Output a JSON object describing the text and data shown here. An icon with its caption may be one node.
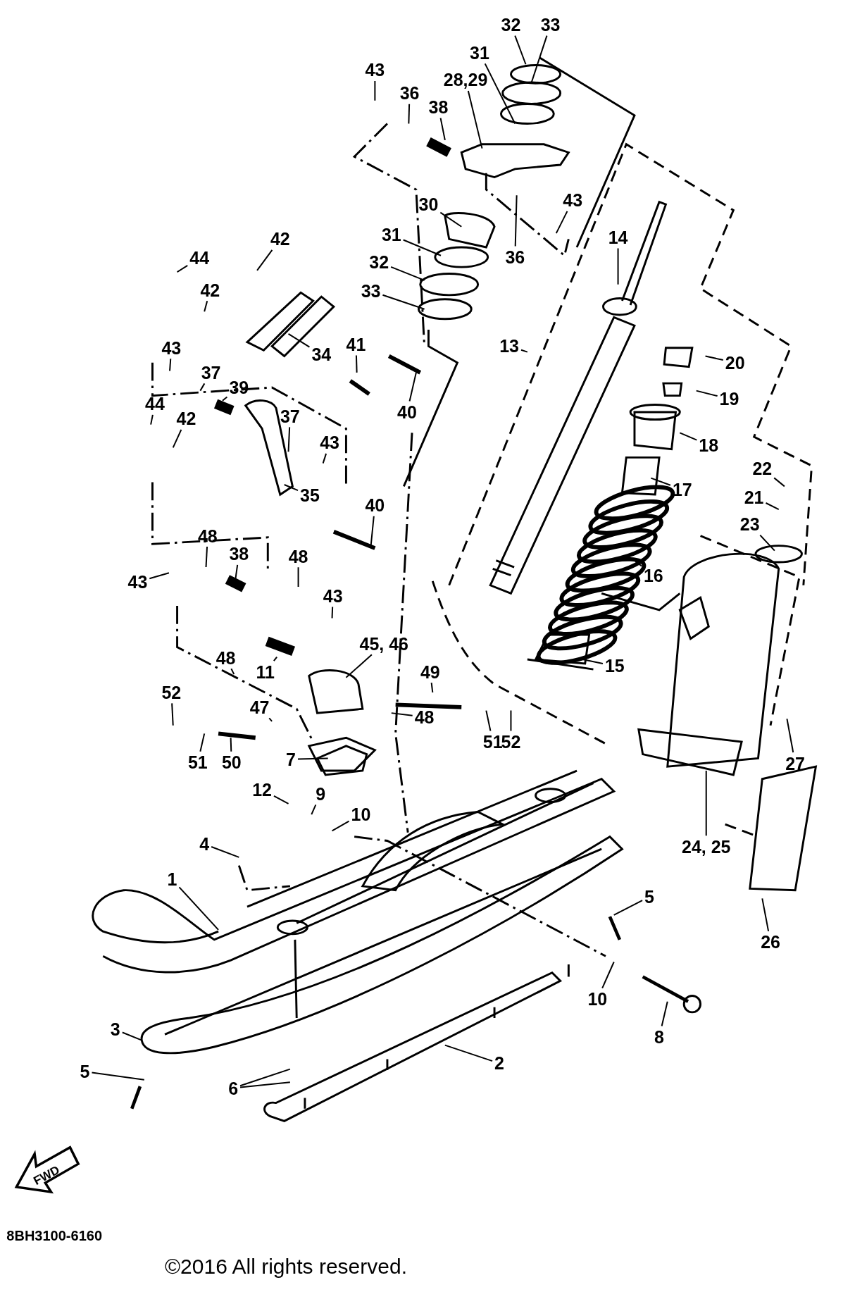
{
  "diagram": {
    "nodes": [
      {
        "text": [
          "32"
        ]
      },
      {
        "text": [
          "33"
        ]
      },
      {
        "text": [
          "31"
        ]
      },
      {
        "text": [
          "43"
        ]
      },
      {
        "text": [
          "28,29"
        ]
      },
      {
        "text": [
          "36"
        ]
      },
      {
        "text": [
          "38"
        ]
      },
      {
        "text": [
          "43"
        ]
      },
      {
        "text": [
          "30"
        ]
      },
      {
        "text": [
          "31"
        ]
      },
      {
        "text": [
          "14"
        ]
      },
      {
        "text": [
          "42"
        ]
      },
      {
        "text": [
          "36"
        ]
      },
      {
        "text": [
          "44"
        ]
      },
      {
        "text": [
          "32"
        ]
      },
      {
        "text": [
          "42"
        ]
      },
      {
        "text": [
          "33"
        ]
      },
      {
        "text": [
          "13"
        ]
      },
      {
        "text": [
          "43"
        ]
      },
      {
        "text": [
          "41"
        ]
      },
      {
        "text": [
          "34"
        ]
      },
      {
        "text": [
          "20"
        ]
      },
      {
        "text": [
          "37"
        ]
      },
      {
        "text": [
          "39"
        ]
      },
      {
        "text": [
          "19"
        ]
      },
      {
        "text": [
          "44"
        ]
      },
      {
        "text": [
          "40"
        ]
      },
      {
        "text": [
          "37"
        ]
      },
      {
        "text": [
          "42"
        ]
      },
      {
        "text": [
          "18"
        ]
      },
      {
        "text": [
          "43"
        ]
      },
      {
        "text": [
          "22"
        ]
      },
      {
        "text": [
          "17"
        ]
      },
      {
        "text": [
          "21"
        ]
      },
      {
        "text": [
          "35"
        ]
      },
      {
        "text": [
          "40"
        ]
      },
      {
        "text": [
          "23"
        ]
      },
      {
        "text": [
          "48"
        ]
      },
      {
        "text": [
          "38"
        ]
      },
      {
        "text": [
          "48"
        ]
      },
      {
        "text": [
          "16"
        ]
      },
      {
        "text": [
          "43"
        ]
      },
      {
        "text": [
          "43"
        ]
      },
      {
        "text": [
          "45, 46"
        ]
      },
      {
        "text": [
          "48"
        ]
      },
      {
        "text": [
          "15"
        ]
      },
      {
        "text": [
          "49"
        ]
      },
      {
        "text": [
          "11"
        ]
      },
      {
        "text": [
          "52"
        ]
      },
      {
        "text": [
          "47"
        ]
      },
      {
        "text": [
          "48"
        ]
      },
      {
        "text": [
          "51"
        ]
      },
      {
        "text": [
          "52"
        ]
      },
      {
        "text": [
          "51"
        ]
      },
      {
        "text": [
          "50"
        ]
      },
      {
        "text": [
          "7"
        ]
      },
      {
        "text": [
          "27"
        ]
      },
      {
        "text": [
          "12"
        ]
      },
      {
        "text": [
          "9"
        ]
      },
      {
        "text": [
          "10"
        ]
      },
      {
        "text": [
          "4"
        ]
      },
      {
        "text": [
          "24, 25"
        ]
      },
      {
        "text": [
          "1"
        ]
      },
      {
        "text": [
          "5"
        ]
      },
      {
        "text": [
          "26"
        ]
      },
      {
        "text": [
          "10"
        ]
      },
      {
        "text": [
          "3"
        ]
      },
      {
        "text": [
          "8"
        ]
      },
      {
        "text": [
          "2"
        ]
      },
      {
        "text": [
          "5"
        ]
      },
      {
        "text": [
          "6"
        ]
      }
    ],
    "edges": [
      {
        "from": 0,
        "to": null,
        "arrow": "none"
      },
      {
        "from": 1,
        "to": null,
        "arrow": "none"
      },
      {
        "from": 2,
        "to": null,
        "arrow": "none"
      },
      {
        "from": 3,
        "to": null,
        "arrow": "none"
      },
      {
        "from": 4,
        "to": null,
        "arrow": "none"
      },
      {
        "from": 5,
        "to": null,
        "arrow": "none"
      },
      {
        "from": 6,
        "to": null,
        "arrow": "none"
      },
      {
        "from": 7,
        "to": null,
        "arrow": "none"
      },
      {
        "from": 8,
        "to": null,
        "arrow": "none"
      },
      {
        "from": 9,
        "to": null,
        "arrow": "none"
      },
      {
        "from": 10,
        "to": null,
        "arrow": "none"
      },
      {
        "from": 11,
        "to": null,
        "arrow": "none"
      },
      {
        "from": 12,
        "to": null,
        "arrow": "none"
      },
      {
        "from": 13,
        "to": null,
        "arrow": "none"
      },
      {
        "from": 14,
        "to": null,
        "arrow": "none"
      },
      {
        "from": 15,
        "to": null,
        "arrow": "none"
      },
      {
        "from": 16,
        "to": null,
        "arrow": "none"
      },
      {
        "from": 17,
        "to": null,
        "arrow": "none"
      },
      {
        "from": 18,
        "to": null,
        "arrow": "none"
      },
      {
        "from": 19,
        "to": null,
        "arrow": "none"
      },
      {
        "from": 20,
        "to": null,
        "arrow": "none"
      },
      {
        "from": 21,
        "to": null,
        "arrow": "none"
      },
      {
        "from": 22,
        "to": null,
        "arrow": "none"
      },
      {
        "from": 23,
        "to": null,
        "arrow": "none"
      },
      {
        "from": 24,
        "to": null,
        "arrow": "none"
      },
      {
        "from": 25,
        "to": null,
        "arrow": "none"
      },
      {
        "from": 26,
        "to": null,
        "arrow": "none"
      },
      {
        "from": 27,
        "to": null,
        "arrow": "none"
      },
      {
        "from": 28,
        "to": null,
        "arrow": "none"
      },
      {
        "from": 29,
        "to": null,
        "arrow": "none"
      },
      {
        "from": 30,
        "to": null,
        "arrow": "none"
      },
      {
        "from": 31,
        "to": null,
        "arrow": "none"
      },
      {
        "from": 32,
        "to": null,
        "arrow": "none"
      },
      {
        "from": 33,
        "to": null,
        "arrow": "none"
      },
      {
        "from": 34,
        "to": null,
        "arrow": "none"
      },
      {
        "from": 35,
        "to": null,
        "arrow": "none"
      },
      {
        "from": 36,
        "to": null,
        "arrow": "none"
      },
      {
        "from": 37,
        "to": null,
        "arrow": "none"
      },
      {
        "from": 38,
        "to": null,
        "arrow": "none"
      },
      {
        "from": 39,
        "to": null,
        "arrow": "none"
      },
      {
        "from": 40,
        "to": null,
        "arrow": "none"
      },
      {
        "from": 41,
        "to": null,
        "arrow": "none"
      },
      {
        "from": 42,
        "to": null,
        "arrow": "none"
      },
      {
        "from": 43,
        "to": null,
        "arrow": "none"
      },
      {
        "from": 44,
        "to": null,
        "arrow": "none"
      },
      {
        "from": 45,
        "to": null,
        "arrow": "none"
      },
      {
        "from": 46,
        "to": null,
        "arrow": "none"
      },
      {
        "from": 47,
        "to": null,
        "arrow": "none"
      },
      {
        "from": 48,
        "to": null,
        "arrow": "none"
      },
      {
        "from": 49,
        "to": null,
        "arrow": "none"
      },
      {
        "from": 50,
        "to": null,
        "arrow": "none"
      },
      {
        "from": 51,
        "to": null,
        "arrow": "none"
      },
      {
        "from": 52,
        "to": null,
        "arrow": "none"
      },
      {
        "from": 53,
        "to": null,
        "arrow": "none"
      },
      {
        "from": 54,
        "to": null,
        "arrow": "none"
      },
      {
        "from": 55,
        "to": null,
        "arrow": "none"
      },
      {
        "from": 56,
        "to": null,
        "arrow": "none"
      },
      {
        "from": 57,
        "to": null,
        "arrow": "none"
      },
      {
        "from": 58,
        "to": null,
        "arrow": "none"
      },
      {
        "from": 59,
        "to": null,
        "arrow": "none"
      },
      {
        "from": 60,
        "to": null,
        "arrow": "none"
      },
      {
        "from": 61,
        "to": null,
        "arrow": "none"
      },
      {
        "from": 62,
        "to": null,
        "arrow": "none"
      },
      {
        "from": 63,
        "to": null,
        "arrow": "none"
      },
      {
        "from": 64,
        "to": null,
        "arrow": "none"
      },
      {
        "from": 65,
        "to": null,
        "arrow": "none"
      },
      {
        "from": 66,
        "to": null,
        "arrow": "none"
      },
      {
        "from": 67,
        "to": null,
        "arrow": "none"
      },
      {
        "from": 68,
        "to": null,
        "arrow": "none"
      },
      {
        "from": 69,
        "to": null,
        "arrow": "none"
      },
      {
        "from": 70,
        "to": null,
        "arrow": "none"
      },
      {
        "from": 70,
        "to": null,
        "arrow": "none"
      }
    ],
    "labels": [
      "FWD",
      "8BH3100-6160",
      "©2016 All rights reserved."
    ]
  }
}
